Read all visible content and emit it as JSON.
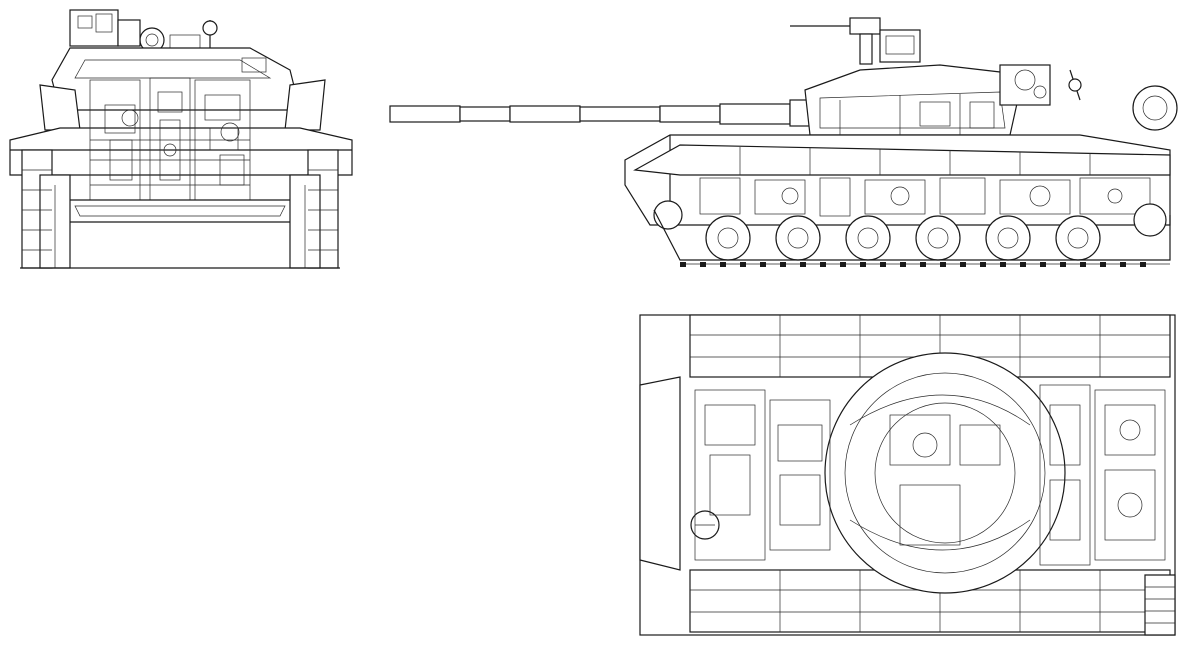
{
  "drawing": {
    "line_color": "#1a1a1a",
    "background": "#ffffff",
    "views": [
      {
        "id": "front",
        "icon": "tank-front-view-icon"
      },
      {
        "id": "side",
        "icon": "tank-side-view-icon"
      },
      {
        "id": "top",
        "icon": "tank-top-view-icon"
      }
    ]
  }
}
